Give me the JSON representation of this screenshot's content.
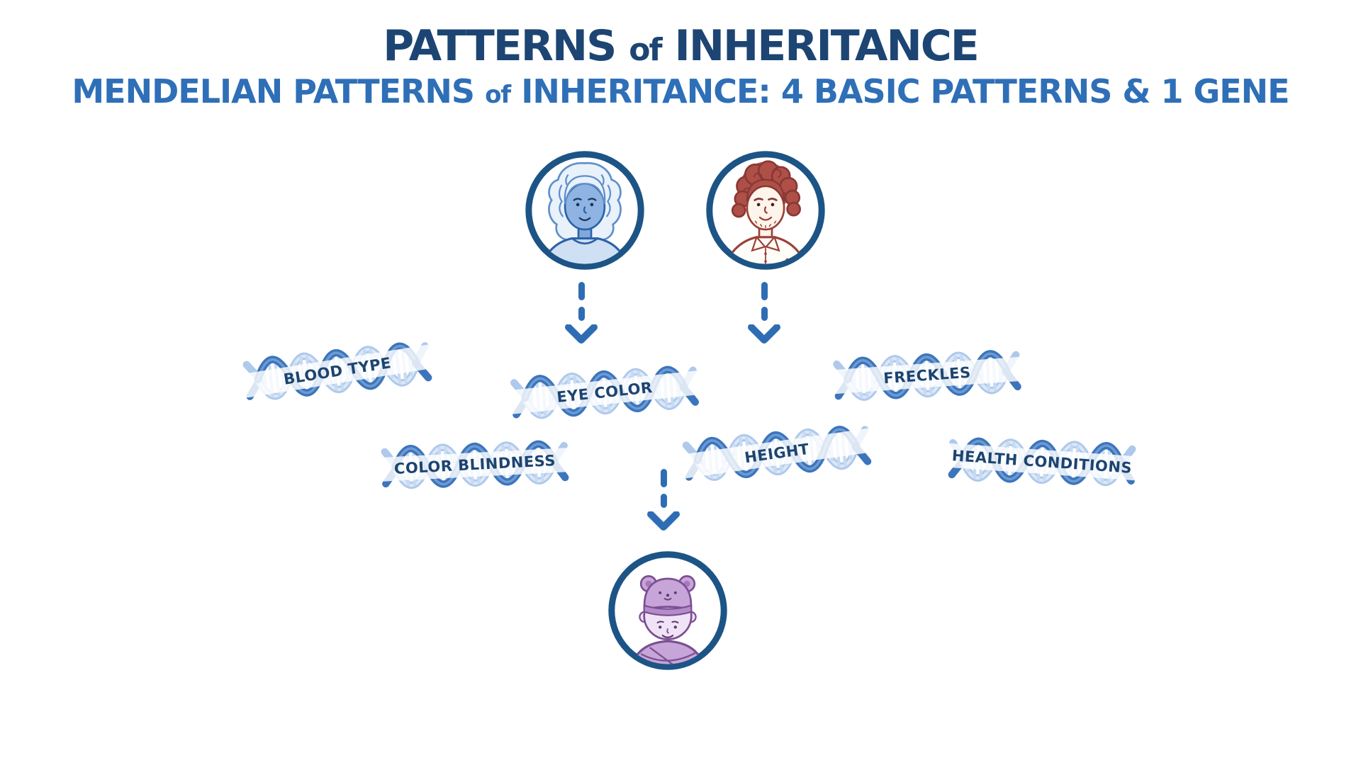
{
  "header": {
    "title": {
      "lead": "PATTERNS",
      "connector": "of",
      "tail": "INHERITANCE"
    },
    "subtitle": {
      "lead": "MENDELIAN PATTERNS",
      "connector": "of",
      "tail": "INHERITANCE: 4 BASIC PATTERNS & 1 GENE"
    }
  },
  "family": {
    "parents": [
      {
        "icon": "mother-portrait"
      },
      {
        "icon": "father-portrait"
      }
    ],
    "child": {
      "icon": "baby-portrait"
    },
    "arrows": [
      {
        "icon": "down-arrow-icon",
        "from": "mother",
        "to": "traits"
      },
      {
        "icon": "down-arrow-icon",
        "from": "father",
        "to": "traits"
      },
      {
        "icon": "down-arrow-icon",
        "from": "traits",
        "to": "baby"
      }
    ]
  },
  "traits": [
    {
      "label": "BLOOD TYPE"
    },
    {
      "label": "EYE COLOR"
    },
    {
      "label": "FRECKLES"
    },
    {
      "label": "COLOR BLINDNESS"
    },
    {
      "label": "HEIGHT"
    },
    {
      "label": "HEALTH CONDITIONS"
    }
  ],
  "palette": {
    "title_navy": "#1d4573",
    "subtitle_blue": "#2e6fb7",
    "ring_navy": "#1c5486",
    "arrow_blue": "#2e6db4",
    "dna_dark": "#3c75bb",
    "dna_light": "#aec9ec",
    "dna_rung": "#c7daf2",
    "label_navy": "#1d4470",
    "mother_skin_blue": "#8fb4e3",
    "father_hair_red": "#ae4f48",
    "baby_purple": "#c8a5d8"
  }
}
